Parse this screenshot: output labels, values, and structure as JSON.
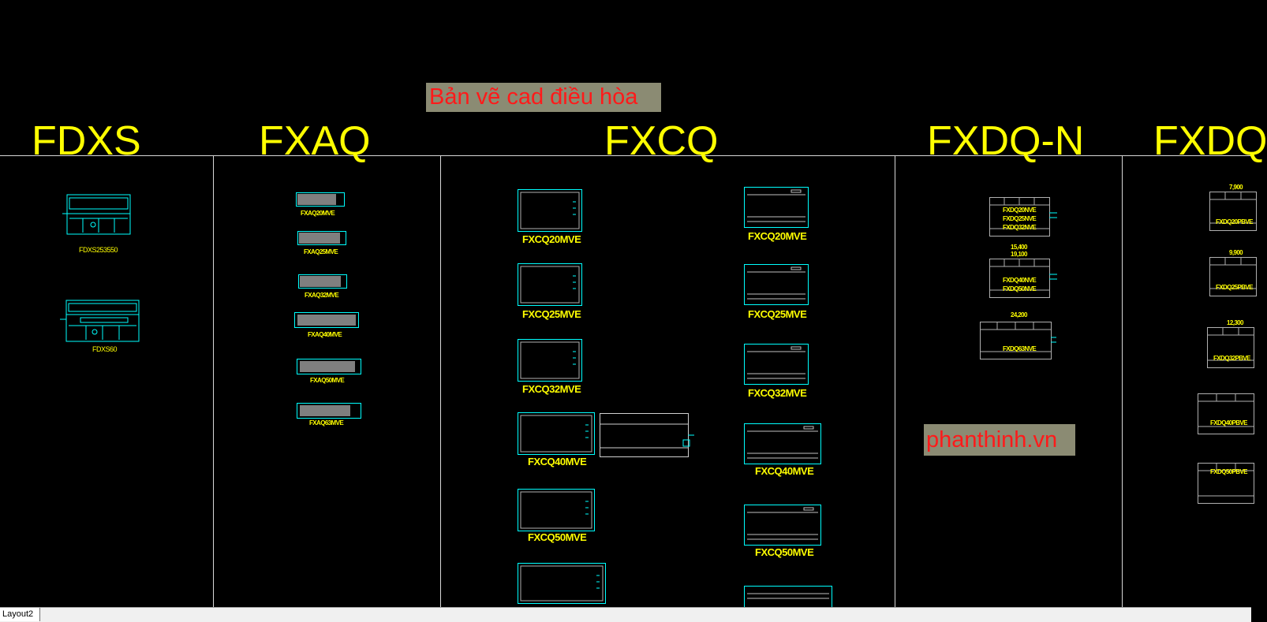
{
  "title_banner": "Bản vẽ cad điều hòa",
  "watermark": "phanthinh.vn",
  "colors": {
    "background": "#000000",
    "text": "#ffff00",
    "drawing": "#00ffff",
    "banner_bg": "#8b8b73",
    "banner_text": "#ff1a1a"
  },
  "columns": [
    {
      "heading": "FDXS",
      "items": [
        "FDXS253550",
        "FDXS60"
      ]
    },
    {
      "heading": "FXAQ",
      "items": [
        "FXAQ20MVE",
        "FXAQ25MVE",
        "FXAQ32MVE",
        "FXAQ40MVE",
        "FXAQ50MVE",
        "FXAQ63MVE"
      ]
    },
    {
      "heading": "FXCQ",
      "left_items": [
        "FXCQ20MVE",
        "FXCQ25MVE",
        "FXCQ32MVE",
        "FXCQ40MVE",
        "FXCQ50MVE"
      ],
      "right_items": [
        "FXCQ20MVE",
        "FXCQ25MVE",
        "FXCQ32MVE",
        "FXCQ40MVE",
        "FXCQ50MVE"
      ]
    },
    {
      "heading": "FXDQ-N",
      "dims": [
        "15,400",
        "19,100",
        "24,200"
      ],
      "items": [
        "FXDQ20NVE",
        "FXDQ25NVE",
        "FXDQ32NVE",
        "FXDQ40NVE",
        "FXDQ50NVE",
        "FXDQ63NVE"
      ]
    },
    {
      "heading": "FXDQ",
      "dims": [
        "7,900",
        "9,900",
        "12,300"
      ],
      "items": [
        "FXDQ20PBVE",
        "FXDQ25PBVE",
        "FXDQ32PBVE",
        "FXDQ40PBVE",
        "FXDQ50PBVE"
      ]
    }
  ],
  "statusbar": {
    "layout_tab": "Layout2"
  }
}
